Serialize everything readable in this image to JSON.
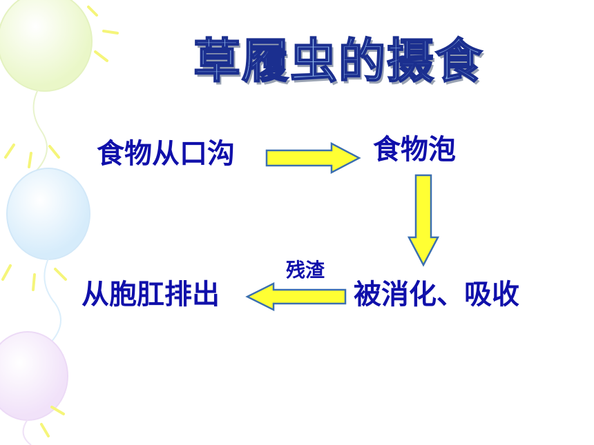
{
  "title": "草履虫的摄食",
  "nodes": {
    "mouth": "食物从口沟",
    "vacuole": "食物泡",
    "digest": "被消化、吸收",
    "expel": "从胞肛排出"
  },
  "edge_label": "残渣",
  "colors": {
    "node_text": "#1010aa",
    "arrow_fill": "#ffff33",
    "arrow_stroke": "#3b6fb0",
    "title_fill": "#8fb4e8"
  }
}
